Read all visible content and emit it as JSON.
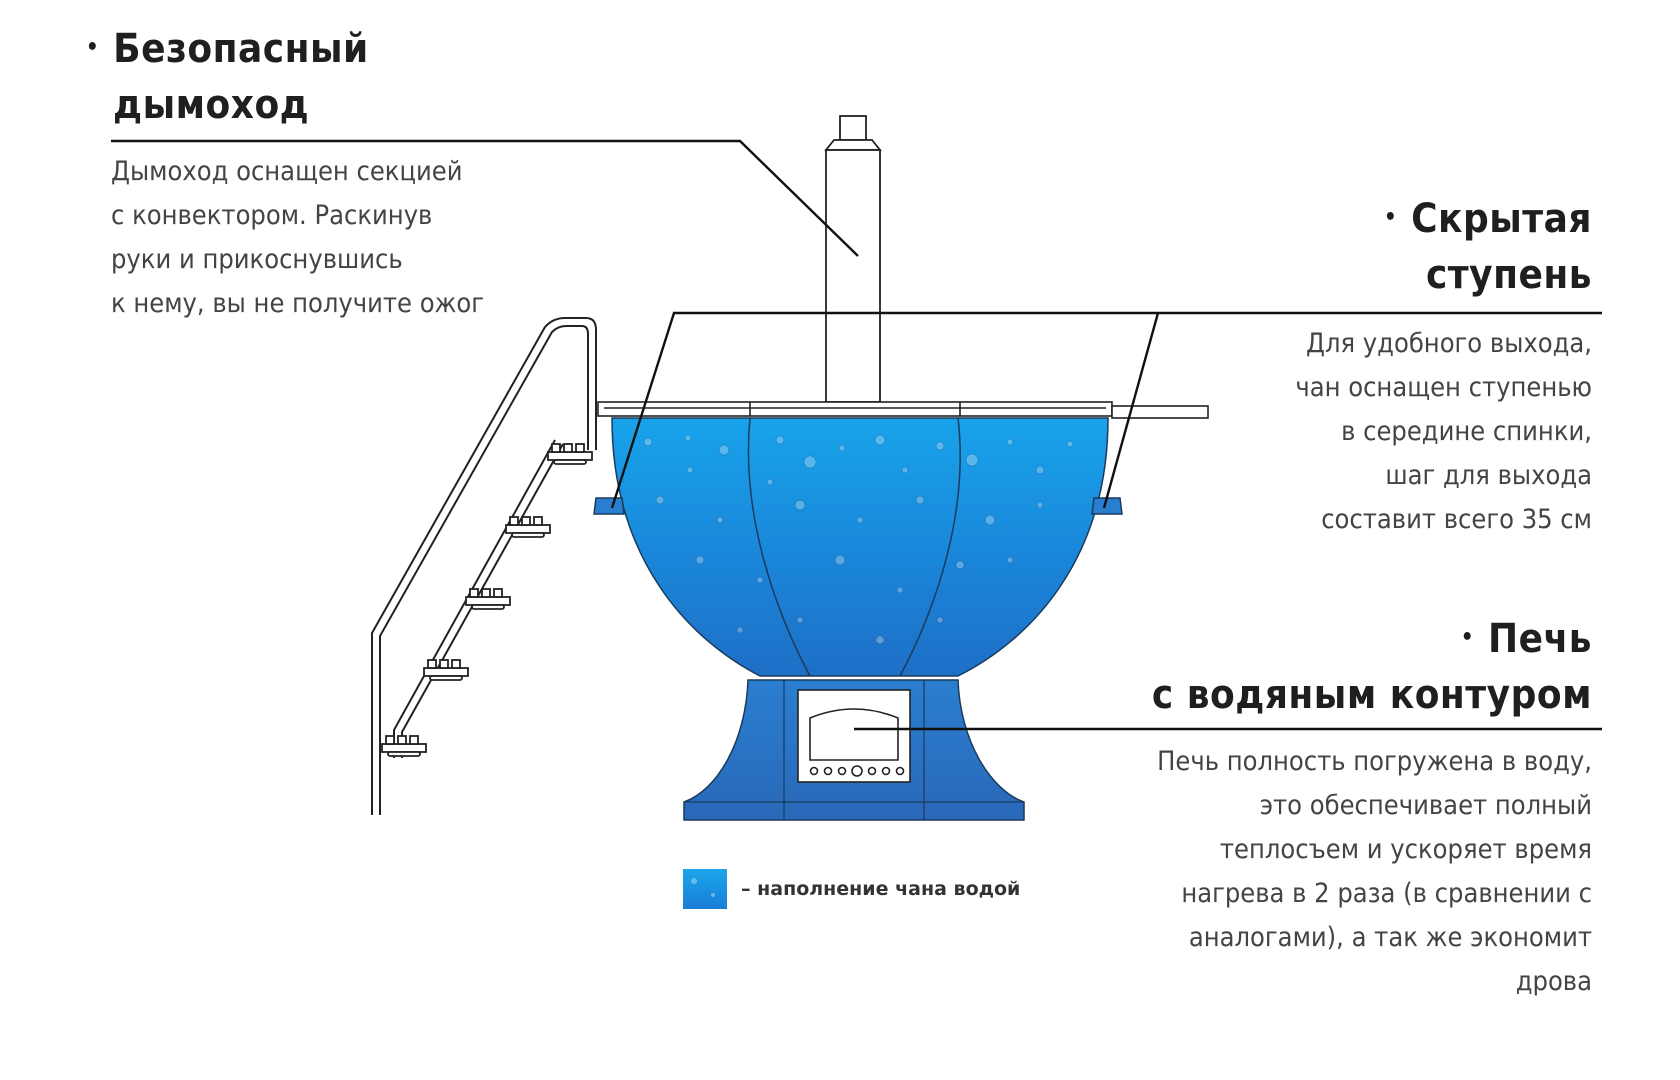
{
  "callouts": {
    "chimney": {
      "bullet": "•",
      "heading_lines": [
        "Безопасный",
        "дымоход"
      ],
      "description_lines": [
        "Дымоход оснащен секцией",
        "с конвектором. Раскинув",
        "руки и прикоснувшись",
        "к нему, вы не получите ожог"
      ]
    },
    "hidden_step": {
      "bullet": "•",
      "heading_lines": [
        "Скрытая",
        "ступень"
      ],
      "description_lines": [
        "Для удобного выхода,",
        "чан оснащен ступенью",
        "в середине спинки,",
        "шаг для выхода",
        "составит всего 35 см"
      ]
    },
    "stove": {
      "bullet": "•",
      "heading_lines": [
        "Печь",
        "с водяным контуром"
      ],
      "description_lines": [
        "Печь полность погружена в воду,",
        "это обеспечивает полный",
        "теплосъем и ускоряет время",
        "нагрева в 2 раза (в сравнении с",
        "аналогами), а так же  экономит",
        "дрова"
      ]
    }
  },
  "legend": {
    "label": "– наполнение чана водой"
  },
  "colors": {
    "water_top": "#18a3ea",
    "water_bottom": "#1e6fc6",
    "base_top": "#2a7ed0",
    "base_bottom": "#2a6bbd",
    "outline": "#222222"
  }
}
